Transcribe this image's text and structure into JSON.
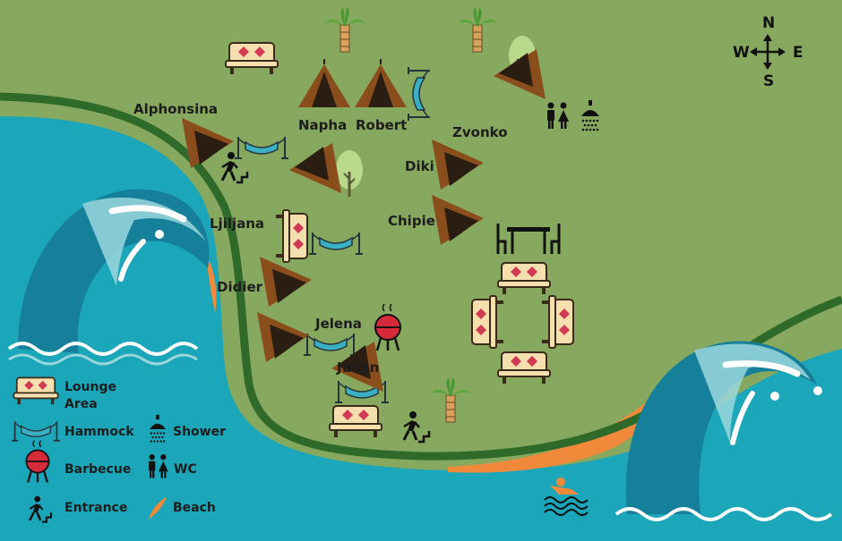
{
  "colors": {
    "grass": "#86a85f",
    "sea": "#1ba6b9",
    "path": "#2f6a2a",
    "sand": "#f08a3a",
    "tent": "#8a4d1c",
    "tent_dark": "#2a1d12",
    "lounge": "#f6dfae",
    "lounge_accent": "#d13a52",
    "hammock": "#3bb0c4",
    "wave_dark": "#167f9a",
    "wave_light": "#9ad7dd"
  },
  "tents": {
    "alphonsina": "Alphonsina",
    "napha": "Napha",
    "robert": "Robert",
    "zvonko": "Zvonko",
    "diki": "Diki",
    "chipie": "Chipie",
    "ljiljana": "Ljiljana",
    "didier": "Didier",
    "jelena": "Jelena",
    "julian": "Julian"
  },
  "compass": {
    "north": "N",
    "south": "S",
    "east": "E",
    "west": "W"
  },
  "legend": {
    "lounge_line1": "Lounge",
    "lounge_line2": "Area",
    "hammock": "Hammock",
    "shower": "Shower",
    "barbecue": "Barbecue",
    "wc": "WC",
    "entrance": "Entrance",
    "beach": "Beach"
  }
}
